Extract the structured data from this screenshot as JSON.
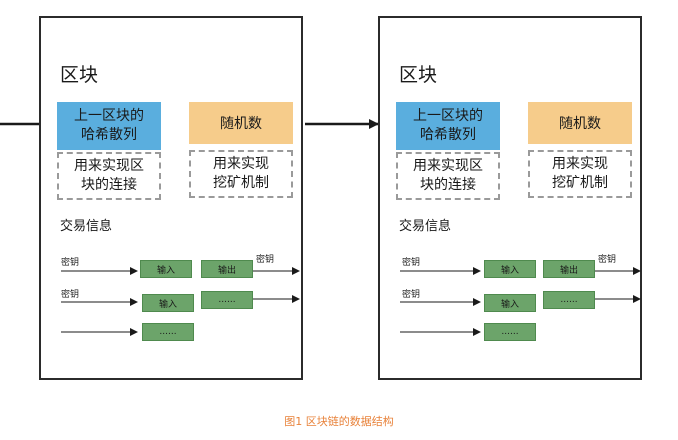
{
  "blocks": [
    {
      "title": "区块",
      "prev_hash": "上一区块的\n哈希散列",
      "nonce": "随机数",
      "link_note": "用来实现区\n块的连接",
      "mining_note": "用来实现\n挖矿机制",
      "tx_title": "交易信息",
      "key_label_1": "密钥",
      "key_label_2": "密钥",
      "key_label_3": "密钥",
      "input_1": "输入",
      "input_2": "输入",
      "input_more": "......",
      "output_1": "输出",
      "output_more": "......"
    },
    {
      "title": "区块",
      "prev_hash": "上一区块的\n哈希散列",
      "nonce": "随机数",
      "link_note": "用来实现区\n块的连接",
      "mining_note": "用来实现\n挖矿机制",
      "tx_title": "交易信息",
      "key_label_1": "密钥",
      "key_label_2": "密钥",
      "key_label_3": "密钥",
      "input_1": "输入",
      "input_2": "输入",
      "input_more": "......",
      "output_1": "输出",
      "output_more": "......"
    }
  ],
  "caption": "图1 区块链的数据结构",
  "colors": {
    "prev_hash_fill": "#5aaede",
    "nonce_fill": "#f6cc8b",
    "tx_box_fill": "#6ca46a",
    "caption": "#e8823a"
  }
}
